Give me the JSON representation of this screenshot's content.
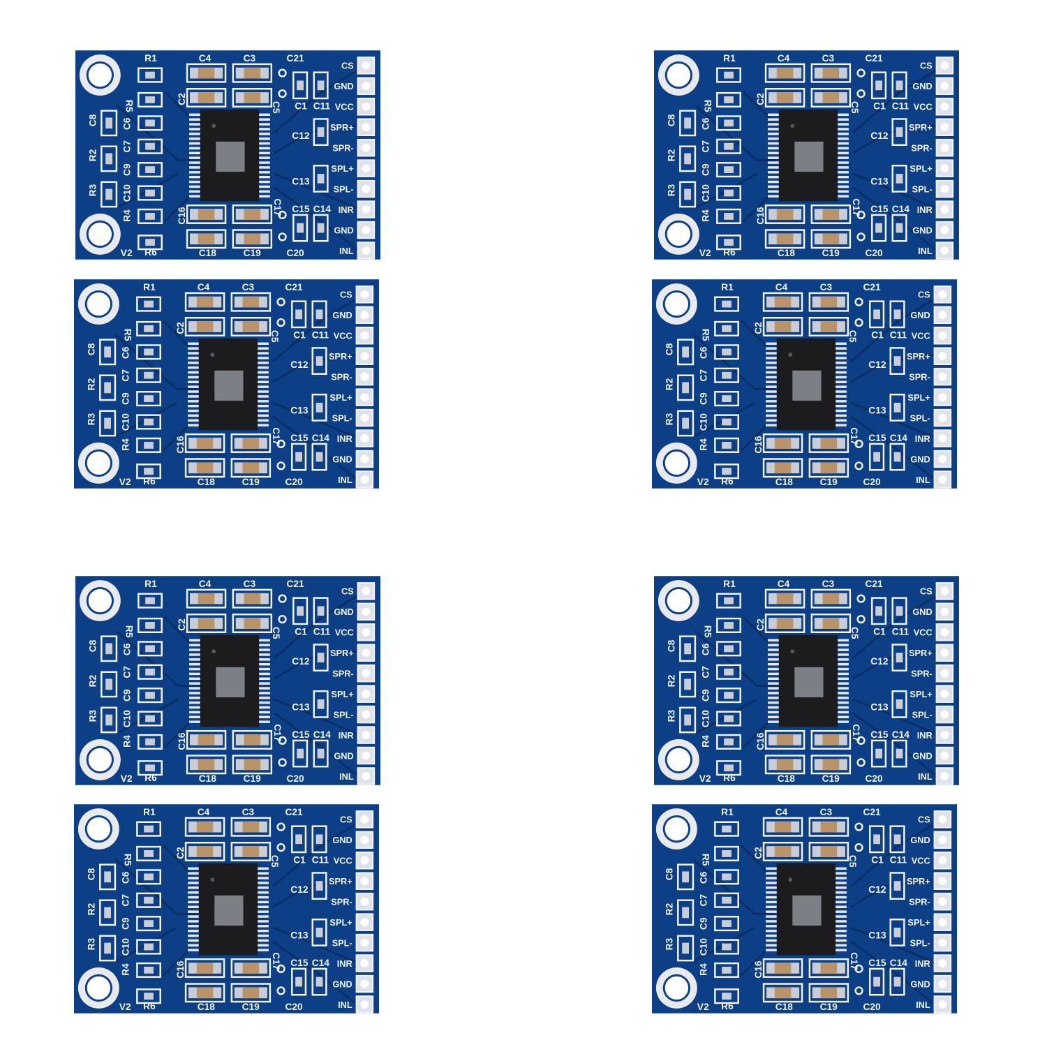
{
  "colors": {
    "pcb": "#0d3f86",
    "pcb_dark": "#0a2f66",
    "silk": "#f2f4f8",
    "pad": "#c9cdd6",
    "cap": "#b9946a",
    "chip": "#1c1c1e"
  },
  "board": {
    "pin_labels": [
      "CS",
      "GND",
      "VCC",
      "SPR+",
      "SPR-",
      "SPL+",
      "SPL-",
      "INR",
      "GND",
      "INL"
    ],
    "components": {
      "r1": "R1",
      "r5": "R5",
      "c6": "C6",
      "c7": "C7",
      "c9": "C9",
      "c10": "C10",
      "r4": "R4",
      "r6": "R6",
      "c8": "C8",
      "r2": "R2",
      "r3": "R3",
      "v2": "V2",
      "c4": "C4",
      "c3": "C3",
      "c2": "C2",
      "c5": "C5",
      "c21": "C21",
      "c1": "C1",
      "c11": "C11",
      "c12": "C12",
      "c13": "C13",
      "c15": "C15",
      "c14": "C14",
      "c16": "C16",
      "c17": "C17",
      "c18": "C18",
      "c19": "C19",
      "c20": "C20"
    }
  }
}
